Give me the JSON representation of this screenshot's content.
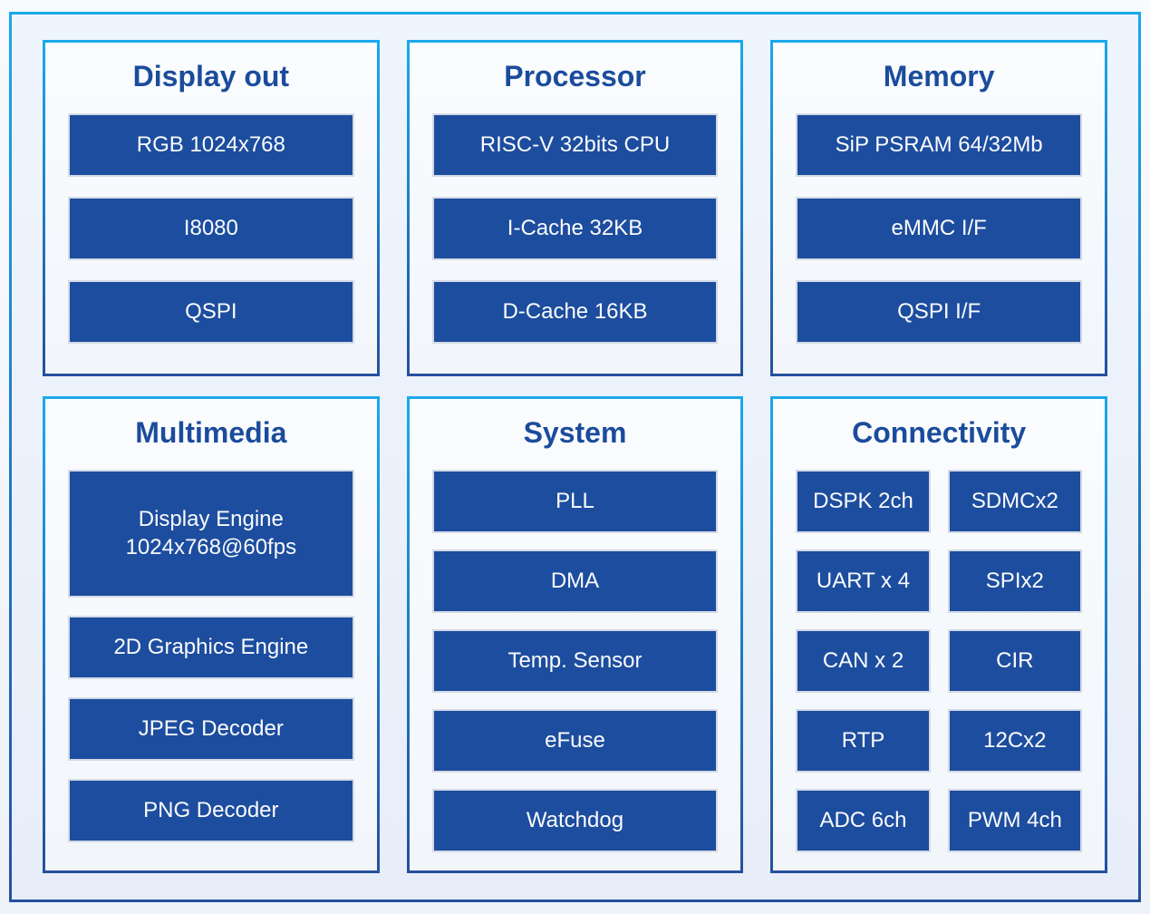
{
  "colors": {
    "box_fill": "#1d4d9e",
    "box_border": "#d3dae6",
    "title_text": "#1b4c9c",
    "border_gradient_top": "#19a8ea",
    "border_gradient_bottom": "#27509e",
    "frame_background": "#ebf1fa",
    "panel_background": "#f7fafd"
  },
  "panels": [
    {
      "id": "display-out",
      "title": "Display out",
      "items": [
        "RGB 1024x768",
        "I8080",
        "QSPI"
      ]
    },
    {
      "id": "processor",
      "title": "Processor",
      "items": [
        "RISC-V 32bits CPU",
        "I-Cache 32KB",
        "D-Cache 16KB"
      ]
    },
    {
      "id": "memory",
      "title": "Memory",
      "items": [
        "SiP PSRAM 64/32Mb",
        "eMMC I/F",
        "QSPI I/F"
      ]
    },
    {
      "id": "multimedia",
      "title": "Multimedia",
      "items": [
        "Display Engine\n1024x768@60fps",
        "2D Graphics Engine",
        "JPEG Decoder",
        "PNG Decoder"
      ]
    },
    {
      "id": "system",
      "title": "System",
      "items": [
        "PLL",
        "DMA",
        "Temp. Sensor",
        "eFuse",
        "Watchdog"
      ]
    },
    {
      "id": "connectivity",
      "title": "Connectivity",
      "items": [
        "DSPK 2ch",
        "SDMCx2",
        "UART x 4",
        "SPIx2",
        "CAN x 2",
        "CIR",
        "RTP",
        "12Cx2",
        "ADC 6ch",
        "PWM 4ch"
      ]
    }
  ]
}
